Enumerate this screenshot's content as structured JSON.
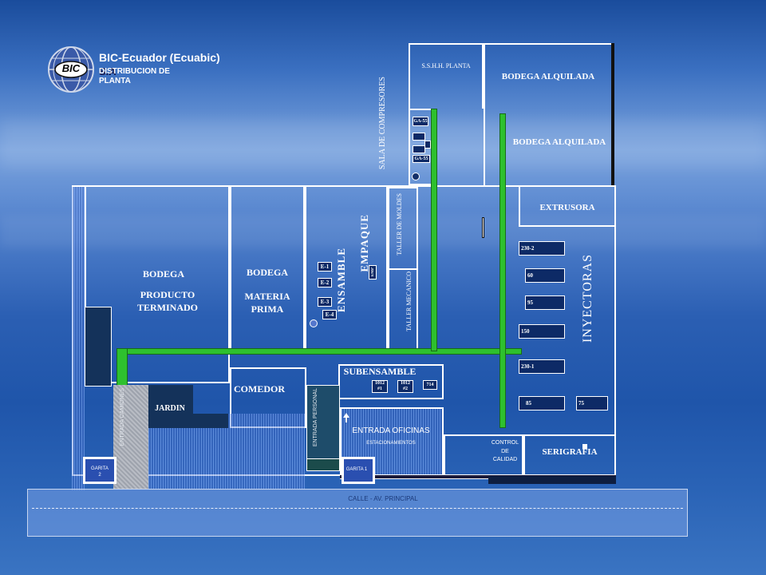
{
  "header": {
    "company": "BIC-Ecuador (Ecuabic)",
    "subtitle_short": "S.A",
    "subtitle": "DISTRIBUCION DE PLANTA",
    "logo_text": "BIC"
  },
  "areas": {
    "sshh": "S.S.H.H. PLANTA",
    "bodega_alquilada_1": "BODEGA  ALQUILADA",
    "bodega_alquilada_2": "BODEGA  ALQUILADA",
    "sala_compresores": "SALA DE COMPRESORES",
    "extrusora": "EXTRUSORA",
    "taller_moldes": "TALLER DE MOLDES",
    "taller_mecanico": "TALLER MECANICO",
    "empaque": "EMPAQUE",
    "ensamble": "ENSAMBLE",
    "inyectoras": "INYECTORAS",
    "bodega_pt_1": "BODEGA",
    "bodega_pt_2": "PRODUCTO",
    "bodega_pt_3": "TERMINADO",
    "bodega_mp_1": "BODEGA",
    "bodega_mp_2": "MATERIA",
    "bodega_mp_3": "PRIMA",
    "subensamble": "SUBENSAMBLE",
    "comedor": "COMEDOR",
    "jardin": "JARDIN",
    "entrada_oficinas": "ENTRADA OFICINAS",
    "estacionamientos": "ESTACIONAMIENTOS",
    "control_1": "CONTROL",
    "control_2": "DE",
    "control_3": "CALIDAD",
    "serigrafia": "SERIGRAFIA",
    "garita_2a": "GARITA",
    "garita_2b": "2",
    "garita_1": "GARITA 1",
    "entrada_camiones": "ENTRADA CAMIONES",
    "entrada_personal": "ENTRADA PERSONAL",
    "calle": "CALLE - AV. PRINCIPAL"
  },
  "machines": {
    "ensamble": [
      "E-1",
      "E-2",
      "E-3",
      "E-4"
    ],
    "compresores": [
      "GA-55",
      "GA-55"
    ],
    "inyectoras": [
      "230-2",
      "60",
      "95",
      "150",
      "230-1",
      "85",
      "75"
    ],
    "subensamble": [
      "1012 #1",
      "1012 #2",
      "714"
    ],
    "empaque": "EMP"
  },
  "colors": {
    "walls": "#ffffff",
    "conveyor": "#2ec02e",
    "machine": "#0d2a66",
    "hatched_floor": "#5a8ad8"
  }
}
